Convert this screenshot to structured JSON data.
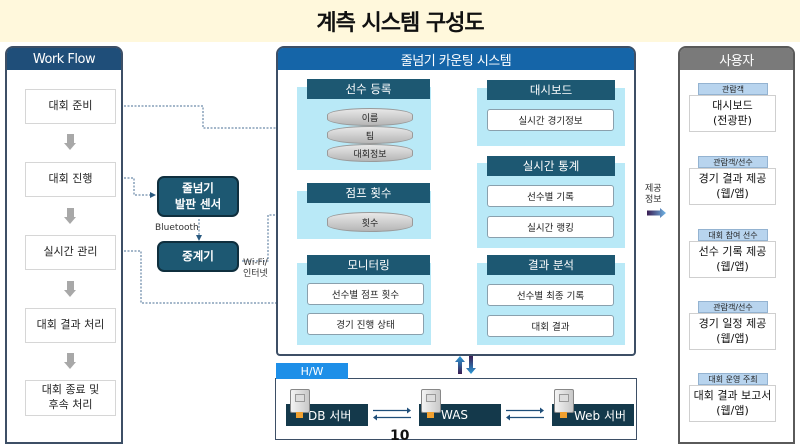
{
  "title": "계측 시스템 구성도",
  "workflow": {
    "header": "Work Flow",
    "steps": [
      "대회 준비",
      "대회 진행",
      "실시간 관리",
      "대회 결과 처리",
      "대회 종료 및\n후속 처리"
    ]
  },
  "devices": {
    "sensor": "줄넘기\n발판 센서",
    "relay": "중계기",
    "bluetooth_label": "Bluetooth",
    "wifi_label": "Wi-Fi/\n인터넷"
  },
  "system": {
    "header": "줄넘기 카운팅 시스템",
    "groups": {
      "registration": {
        "title": "선수 등록",
        "disks": [
          "이름",
          "팀",
          "대회정보"
        ]
      },
      "jump_count": {
        "title": "점프 횟수",
        "disks": [
          "횟수"
        ]
      },
      "monitoring": {
        "title": "모니터링",
        "items": [
          "선수별 점프 횟수",
          "경기 진행 상태"
        ]
      },
      "dashboard": {
        "title": "대시보드",
        "items": [
          "실시간 경기정보"
        ]
      },
      "live_stats": {
        "title": "실시간 통계",
        "items": [
          "선수별 기록",
          "실시간 랭킹"
        ]
      },
      "analysis": {
        "title": "결과 분석",
        "items": [
          "선수별 최종 기록",
          "대회 결과"
        ]
      }
    }
  },
  "provide_label": "제공\n정보",
  "users": {
    "header": "사용자",
    "entries": [
      {
        "tag": "관람객",
        "label": "대시보드\n(전광판)"
      },
      {
        "tag": "관람객/선수",
        "label": "경기 결과 제공\n(웹/앱)"
      },
      {
        "tag": "대회 참여 선수",
        "label": "선수 기록 제공\n(웹/앱)"
      },
      {
        "tag": "관람객/선수",
        "label": "경기 일정 제공\n(웹/앱)"
      },
      {
        "tag": "대회 운영 주최",
        "label": "대회 결과 보고서\n(웹/앱)"
      }
    ]
  },
  "hardware": {
    "header": "H/W",
    "servers": [
      "DB 서버",
      "WAS",
      "Web 서버"
    ]
  },
  "page_number": "10",
  "colors": {
    "title_bg": "#fff8dc",
    "workflow_header": "#1f4e79",
    "system_header": "#1565a8",
    "user_header": "#7a7a7a",
    "group_bg": "#b9e9f7",
    "group_head": "#1d5872",
    "hw_tab": "#1e8fe8",
    "server_bar": "#14394b"
  }
}
